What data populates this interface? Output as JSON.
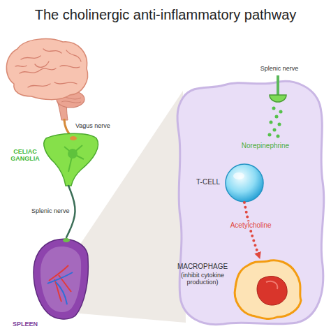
{
  "diagram": {
    "title": "The cholinergic anti-inflammatory pathway",
    "nodes": [
      {
        "text": [
          "CELIAC GANGLIA"
        ]
      },
      {
        "text": [
          "SPLEEN"
        ]
      },
      {
        "text": [
          "T-CELL"
        ]
      },
      {
        "text": [
          "MACROPHAGE",
          "(inhibit cytokine production)"
        ]
      }
    ],
    "edges": [
      {
        "from": 0,
        "to": 1,
        "label": "Splenic nerve",
        "arrow": "none"
      },
      {
        "from": 2,
        "to": 3,
        "label": "Acetylcholine",
        "arrow": "to"
      }
    ],
    "labels": [
      "Vagus nerve",
      "Splenic nerve",
      "Norepinephrine"
    ]
  }
}
